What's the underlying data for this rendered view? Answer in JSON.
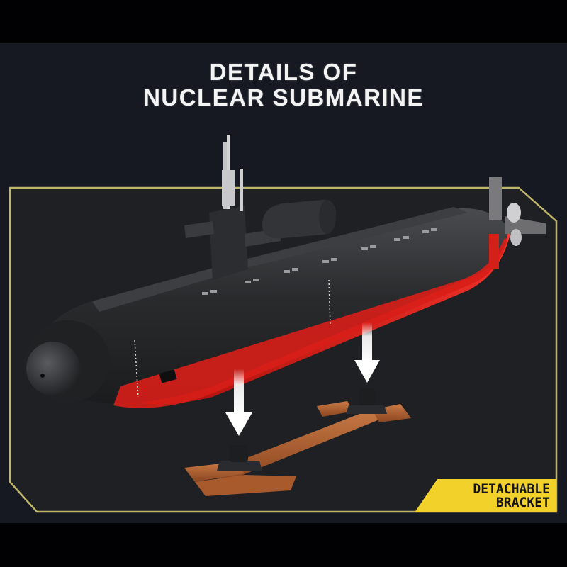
{
  "header": {
    "title_line1": "DETAILS OF",
    "title_line2": "NUCLEAR SUBMARINE"
  },
  "badge": {
    "line1": "DETACHABLE",
    "line2": "BRACKET",
    "color": "#f2d12a",
    "text_color": "#141414"
  },
  "colors": {
    "background": "#161922",
    "frame_fill": "#1e2024",
    "frame_border": "#bfb66a",
    "hull_dark": "#2e2f31",
    "hull_red": "#e0221c",
    "bracket_brown": "#a85a2c",
    "arrow": "#ffffff"
  },
  "scene": {
    "subject": "Nuclear submarine brick model",
    "arrows_count": 2,
    "bracket_stands": 2
  }
}
